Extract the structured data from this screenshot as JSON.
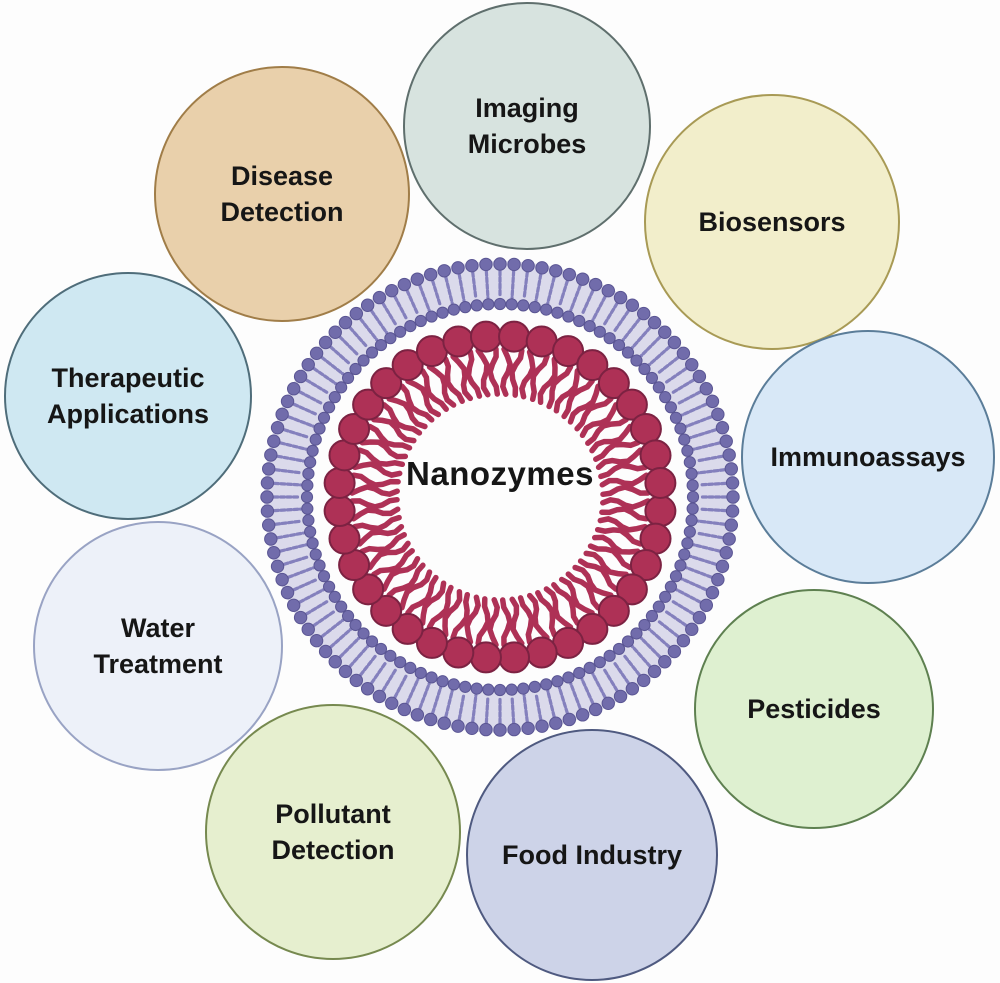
{
  "diagram": {
    "center": {
      "label": "Nanozymes"
    },
    "nodes": [
      {
        "id": "imaging-microbes",
        "label": "Imaging Microbes",
        "fill": "#d7e3df",
        "border": "#5f6f6d"
      },
      {
        "id": "biosensors",
        "label": "Biosensors",
        "fill": "#f2eecb",
        "border": "#a89a55"
      },
      {
        "id": "immunoassays",
        "label": "Immunoassays",
        "fill": "#d8e8f7",
        "border": "#5b7d99"
      },
      {
        "id": "pesticides",
        "label": "Pesticides",
        "fill": "#def0d0",
        "border": "#5e8050"
      },
      {
        "id": "food-industry",
        "label": "Food Industry",
        "fill": "#cdd3e8",
        "border": "#4f5a80"
      },
      {
        "id": "pollutant-detection",
        "label": "Pollutant Detection",
        "fill": "#e6efcf",
        "border": "#76894f"
      },
      {
        "id": "water-treatment",
        "label": "Water Treatment",
        "fill": "#edf1f9",
        "border": "#99a3c4"
      },
      {
        "id": "therapeutic-applications",
        "label": "Therapeutic Applications",
        "fill": "#cfe8f2",
        "border": "#4f6d7a"
      },
      {
        "id": "disease-detection",
        "label": "Disease Detection",
        "fill": "#e9d0ab",
        "border": "#a07d48"
      }
    ],
    "illustration": {
      "name": "liposome-bilayer",
      "outer_ring_color": "#716cab",
      "outer_ring_outline": "#5a5593",
      "outer_tail_color": "#8480bd",
      "inner_lipid_color": "#ae3156",
      "inner_lipid_outline": "#7c2242"
    },
    "text_color": "#161616"
  }
}
